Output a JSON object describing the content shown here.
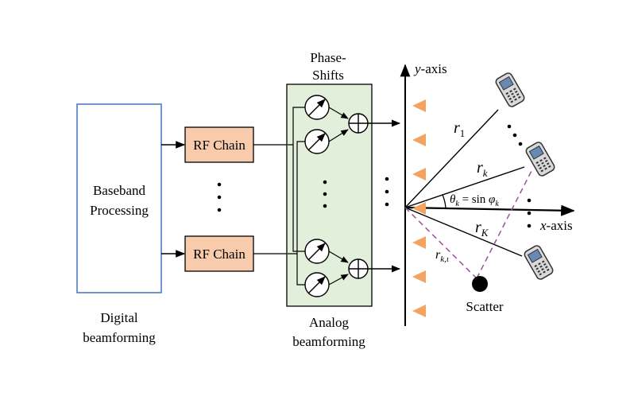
{
  "labels": {
    "baseband_line1": "Baseband",
    "baseband_line2": "Processing",
    "digital_line1": "Digital",
    "digital_line2": "beamforming",
    "rf_chain_top": "RF Chain",
    "rf_chain_bottom": "RF Chain",
    "phase_line1": "Phase-",
    "phase_line2": "Shifts",
    "analog_line1": "Analog",
    "analog_line2": "beamforming",
    "y_axis_var": "y",
    "y_axis_suffix": "-axis",
    "x_axis_var": "x",
    "x_axis_suffix": "-axis",
    "scatter": "Scatter",
    "r1_main": "r",
    "r1_sub": "1",
    "rk_main": "r",
    "rk_sub": "k",
    "rK_main": "r",
    "rK_sub": "K",
    "rkl_main": "r",
    "rkl_sub": "k,ι",
    "theta_main": "θ",
    "theta_sub": "k",
    "angle_eq": " = sin ",
    "phi_main": "φ",
    "phi_sub": "k"
  },
  "colors": {
    "baseband_border": "#4472c4",
    "rf_chain_fill": "#f8cbad",
    "analog_fill": "#e2efda",
    "antenna": "#f4a460",
    "scatter_path": "#9b4f96"
  },
  "icons": [
    "mobile-phone-icon",
    "phase-shifter-icon",
    "combiner-icon",
    "antenna-element-icon"
  ]
}
